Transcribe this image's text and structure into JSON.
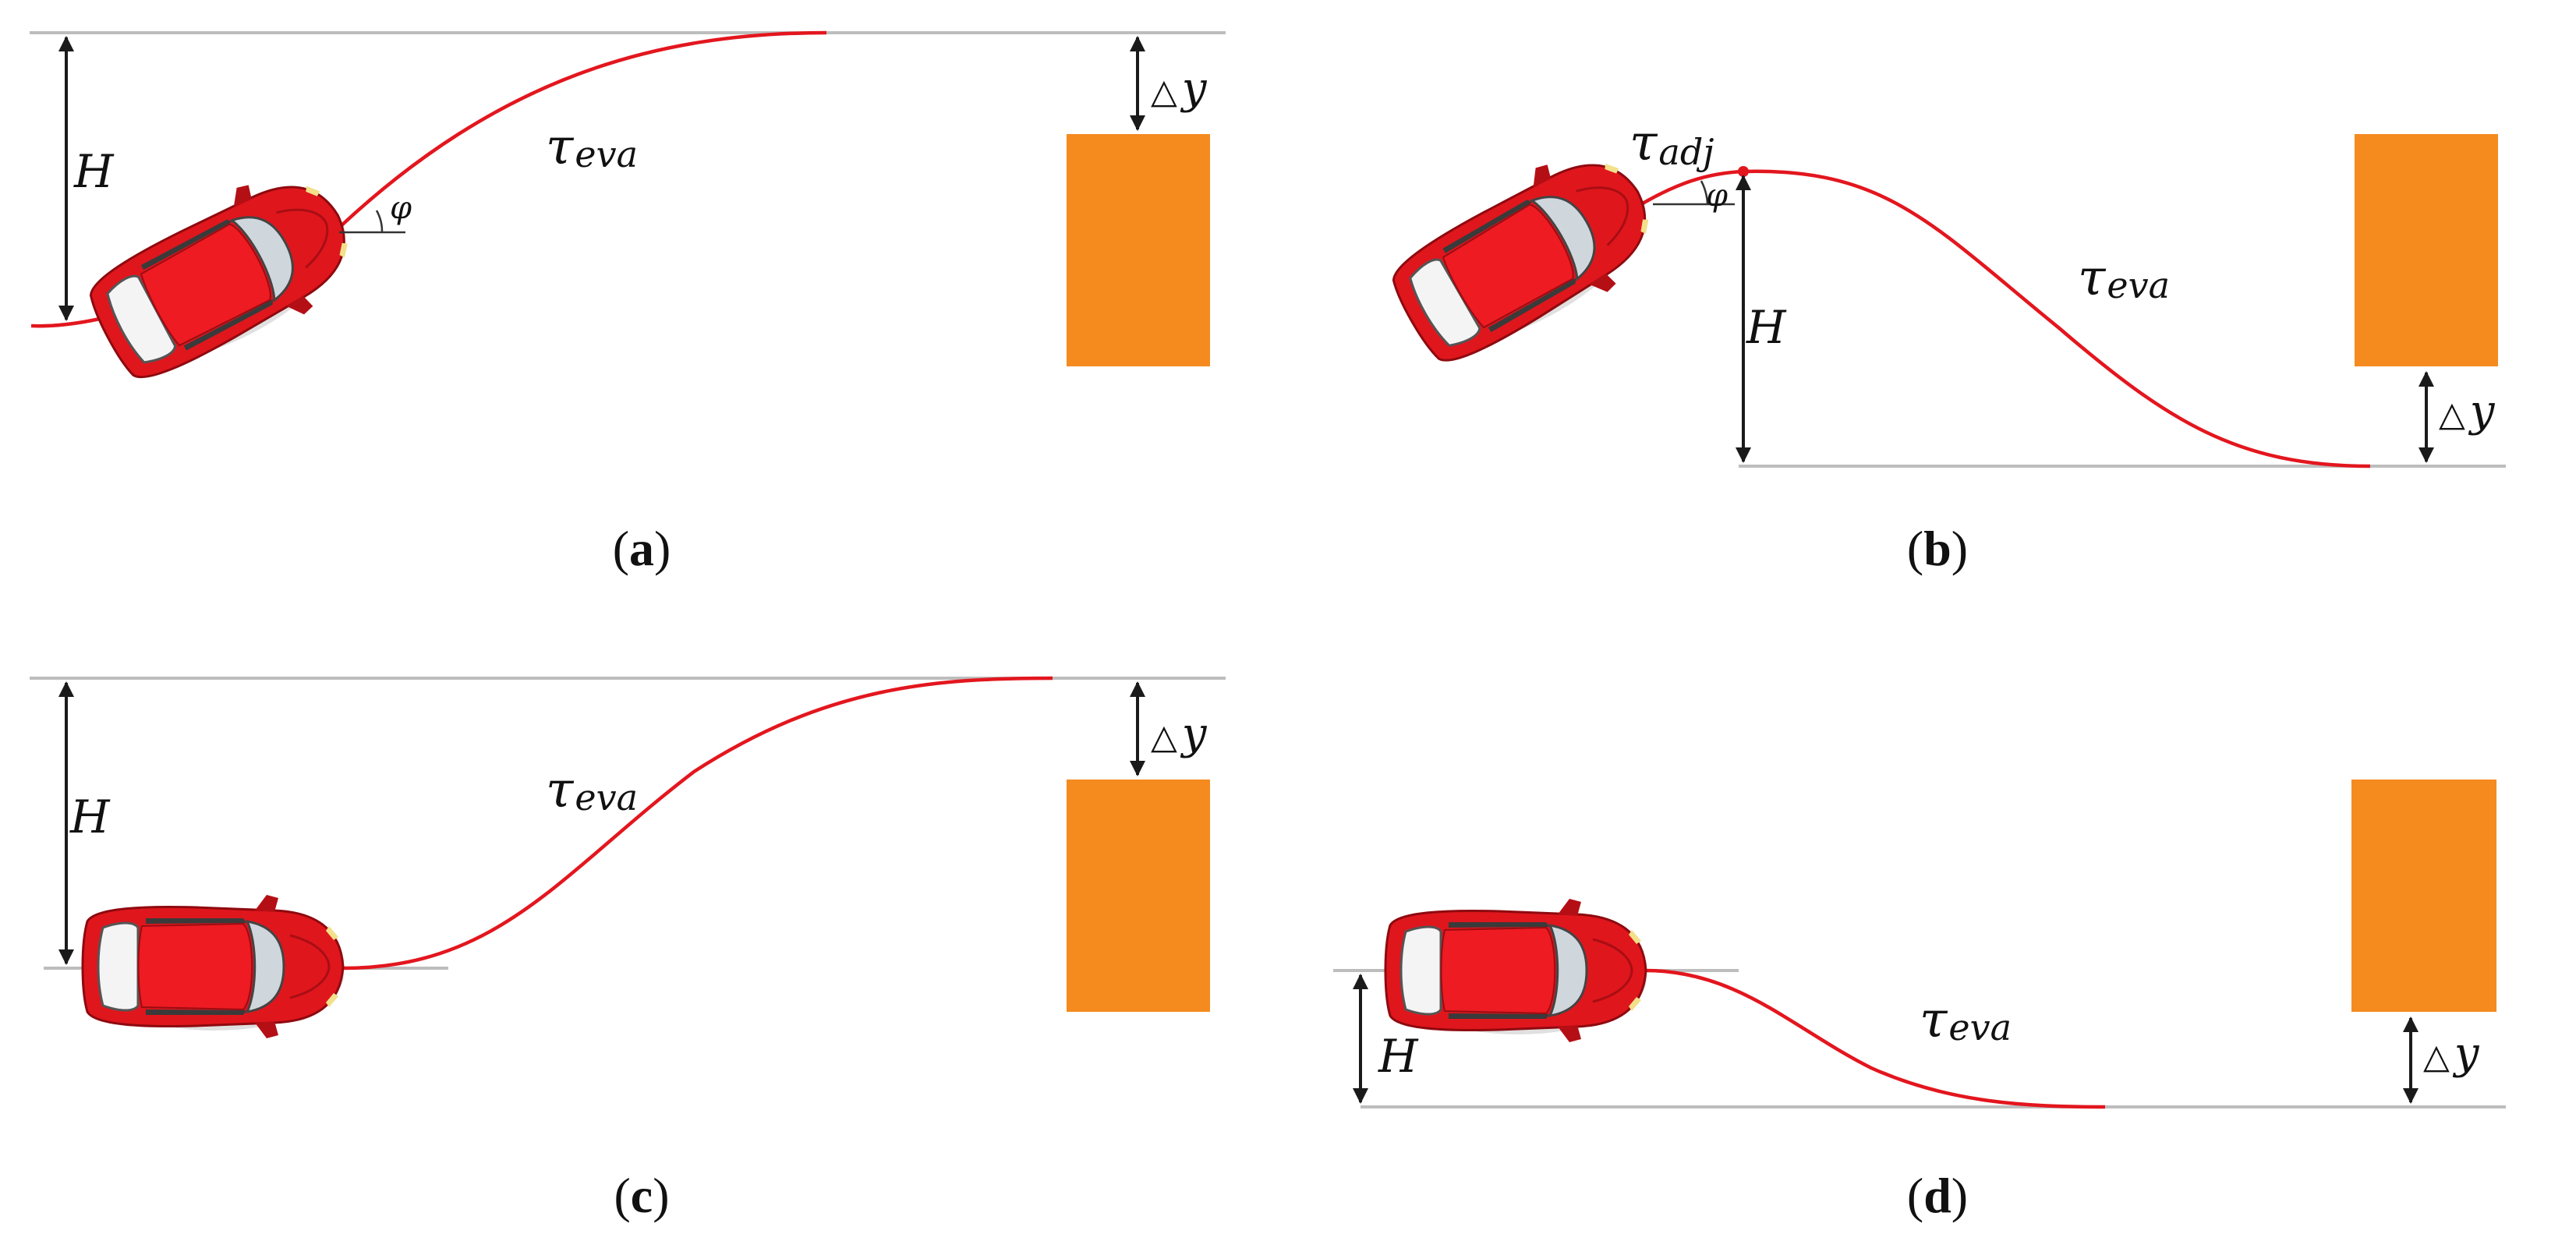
{
  "panels": [
    {
      "caption_letter": "a",
      "labels": {
        "H": "H",
        "dy_symbol": "△",
        "dy_var": "y",
        "tau": "τ",
        "tau_sub": "eva",
        "angle": "φ"
      }
    },
    {
      "caption_letter": "b",
      "labels": {
        "H": "H",
        "dy_symbol": "△",
        "dy_var": "y",
        "tau": "τ",
        "tau_sub": "eva",
        "tau_adj": "τ",
        "tau_adj_sub": "adj",
        "angle": "φ"
      }
    },
    {
      "caption_letter": "c",
      "labels": {
        "H": "H",
        "dy_symbol": "△",
        "dy_var": "y",
        "tau": "τ",
        "tau_sub": "eva"
      }
    },
    {
      "caption_letter": "d",
      "labels": {
        "H": "H",
        "dy_symbol": "△",
        "dy_var": "y",
        "tau": "τ",
        "tau_sub": "eva"
      }
    }
  ],
  "caption_open": "(",
  "caption_close": ")",
  "colors": {
    "trajectory": "#e3161e",
    "obstacle": "#f58a1f",
    "car_body": "#e0161d",
    "lane_line": "#bdbdbd",
    "arrow": "#1a1a1a"
  }
}
